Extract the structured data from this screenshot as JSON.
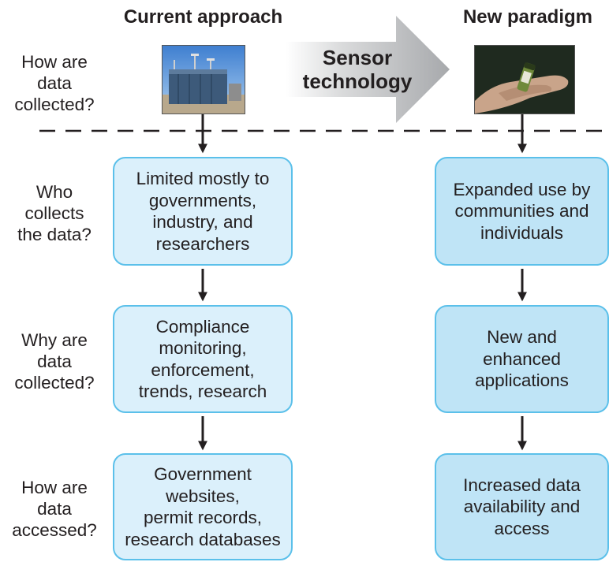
{
  "columns": {
    "current": "Current approach",
    "new": "New paradigm"
  },
  "transition": {
    "lines": [
      "Sensor",
      "technology"
    ]
  },
  "rows": [
    {
      "label": [
        "How are",
        "data",
        "collected?"
      ]
    },
    {
      "label": [
        "Who",
        "collects",
        "the data?"
      ]
    },
    {
      "label": [
        "Why are",
        "data",
        "collected?"
      ]
    },
    {
      "label": [
        "How are",
        "data",
        "accessed?"
      ]
    }
  ],
  "current_boxes": [
    [
      "Limited mostly to",
      "governments,",
      "industry, and",
      "researchers"
    ],
    [
      "Compliance",
      "monitoring,",
      "enforcement,",
      "trends, research"
    ],
    [
      "Government",
      "websites,",
      "permit records,",
      "research databases"
    ]
  ],
  "new_boxes": [
    [
      "Expanded use by",
      "communities and",
      "individuals"
    ],
    [
      "New and",
      "enhanced",
      "applications"
    ],
    [
      "Increased data",
      "availability and",
      "access"
    ]
  ],
  "images": {
    "current": "monitoring-station-photo",
    "new": "handheld-sensor-photo"
  },
  "colors": {
    "box_border": "#5bc0ea",
    "box_current_fill": "#dbf0fb",
    "box_new_fill": "#bfe4f6",
    "arrow": "#231f20",
    "transition_arrow": "#a7a9ac"
  }
}
